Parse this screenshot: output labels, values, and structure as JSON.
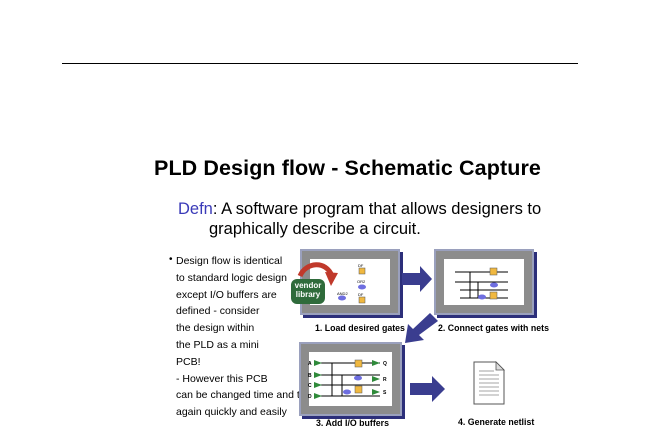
{
  "slide": {
    "title": "PLD Design flow - Schematic Capture",
    "defn_keyword": "Defn",
    "defn_line1": ": A software program that allows designers to",
    "defn_line2": "graphically describe a circuit.",
    "bullet_mark": "•",
    "bullet_lines": [
      "Design flow is identical",
      "to standard logic design",
      "except I/O buffers are",
      "defined - consider",
      "the design within",
      "the PLD as a mini",
      "PCB!",
      "- However this PCB",
      "can be changed time and time",
      "again quickly and easily"
    ]
  },
  "flow": {
    "vendor_library": [
      "vendor",
      "library"
    ],
    "step1": "1. Load desired gates",
    "step2": "2. Connect gates with nets",
    "step3": "3. Add I/O buffers",
    "step4": "4. Generate netlist",
    "gate_labels": [
      "DF",
      "OR2",
      "AND2",
      "DF"
    ],
    "io_labels_in": [
      "A",
      "B",
      "C",
      "D"
    ],
    "io_labels_out": [
      "Q",
      "R",
      "S"
    ]
  },
  "colors": {
    "accent": "#3a3ab8",
    "arrow": "#3a3d8f",
    "panel_shadow": "#2c2f7a",
    "panel_fill": "#8c8c8c",
    "curved_arrow": "#c0392b",
    "library": "#2f6b3b",
    "gate": "#f0b840"
  }
}
